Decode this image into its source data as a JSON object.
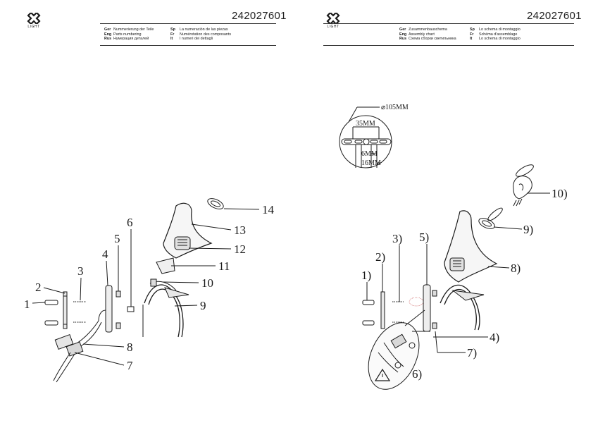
{
  "brand": "LIGHT",
  "article_number": "242027601",
  "left_sheet": {
    "legend_col1": [
      {
        "lang": "Ger",
        "text": "Nummerierung der Teile"
      },
      {
        "lang": "Eng",
        "text": "Parts numbering"
      },
      {
        "lang": "Rus",
        "text": "Нумерация деталей"
      }
    ],
    "legend_col2": [
      {
        "lang": "Sp",
        "text": "La numeración de las piezas"
      },
      {
        "lang": "Fr",
        "text": "Numérotation des composants"
      },
      {
        "lang": "It",
        "text": "I numeri dei dettagli"
      }
    ],
    "callouts": [
      "1",
      "2",
      "3",
      "4",
      "5",
      "6",
      "7",
      "8",
      "9",
      "10",
      "11",
      "12",
      "13",
      "14"
    ]
  },
  "right_sheet": {
    "legend_col1": [
      {
        "lang": "Ger",
        "text": "Zusammenbauschema"
      },
      {
        "lang": "Eng",
        "text": "Assembly chart"
      },
      {
        "lang": "Rus",
        "text": "Схема сборки светильника"
      }
    ],
    "legend_col2": [
      {
        "lang": "Sp",
        "text": "Lo schema di montaggio"
      },
      {
        "lang": "Fr",
        "text": "Schéma d'assemblage"
      },
      {
        "lang": "It",
        "text": "Lo schema di montaggio"
      }
    ],
    "callouts": [
      "1)",
      "2)",
      "3)",
      "4)",
      "5)",
      "6)",
      "7)",
      "8)",
      "9)",
      "10)"
    ],
    "dimensions": {
      "diameter": "⌀105MM",
      "spacing": "35MM",
      "hole": "6MM",
      "width": "16MM"
    }
  }
}
